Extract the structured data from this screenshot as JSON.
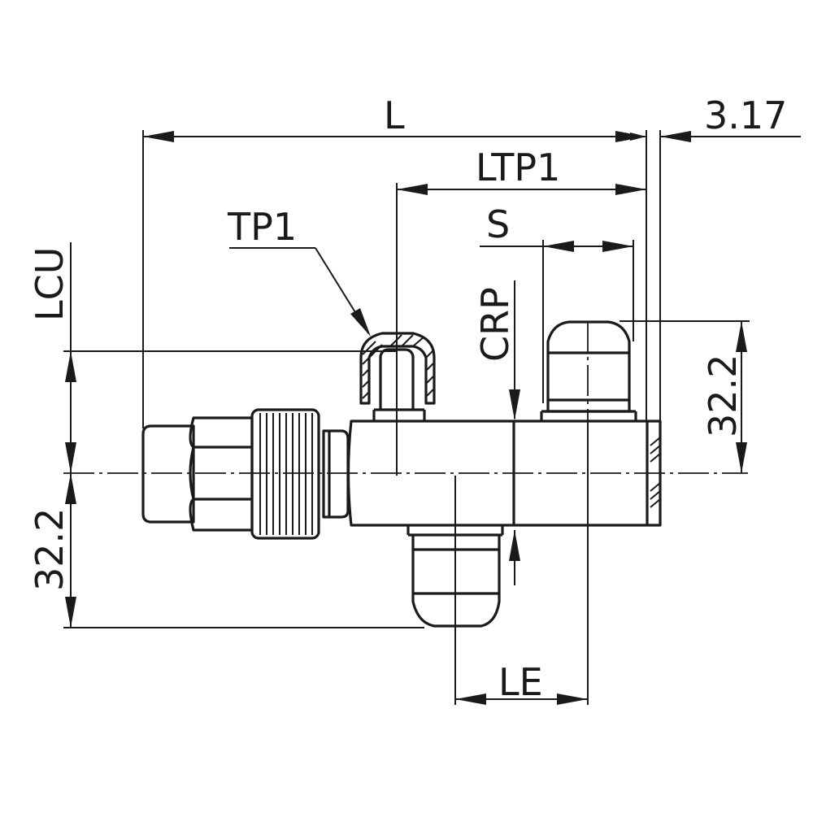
{
  "labels": {
    "overall_length": "L",
    "end_offset": "3.17",
    "test_port_length": "LTP1",
    "spacing": "S",
    "test_port": "TP1",
    "centerline_to_cap": "LCU",
    "reference_point": "CRP",
    "upper_height": "32.2",
    "lower_height": "32.2",
    "end_length": "LE"
  },
  "colors": {
    "line": "#1a1a1a",
    "background": "#ffffff"
  }
}
